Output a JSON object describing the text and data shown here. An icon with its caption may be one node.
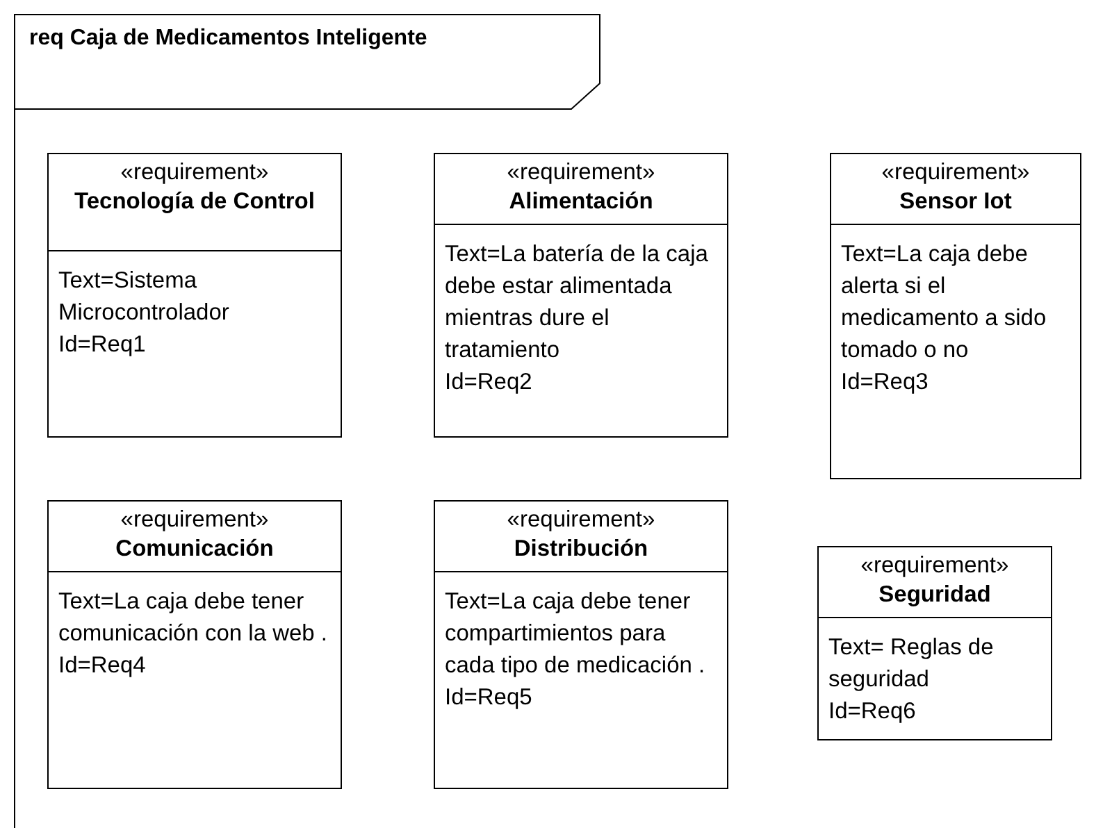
{
  "diagram": {
    "nodes": [
      {
        "text": [
          "req Caja de Medicamentos Inteligente"
        ]
      },
      {
        "text": [
          "«requirement»",
          "Tecnología de Control",
          "Text=Sistema Microcontrolador",
          "Id=Req1"
        ],
        "in": 0
      },
      {
        "text": [
          "«requirement»",
          "Alimentación",
          "Text=La batería de la caja debe estar alimentada mientras dure el tratamiento",
          "Id=Req2"
        ],
        "in": 0
      },
      {
        "text": [
          "«requirement»",
          "Sensor Iot",
          "Text=La caja debe alerta si el medicamento a sido tomado o no",
          "Id=Req3"
        ],
        "in": 0
      },
      {
        "text": [
          "«requirement»",
          "Comunicación",
          "Text=La caja debe tener comunicación con la web .",
          "Id=Req4"
        ],
        "in": 0
      },
      {
        "text": [
          "«requirement»",
          "Distribución",
          "Text=La caja debe tener compartimientos para cada tipo de medicación .",
          "Id=Req5"
        ],
        "in": 0
      },
      {
        "text": [
          "«requirement»",
          "Seguridad",
          "Text= Reglas de seguridad",
          "Id=Req6"
        ],
        "in": 0
      }
    ]
  }
}
